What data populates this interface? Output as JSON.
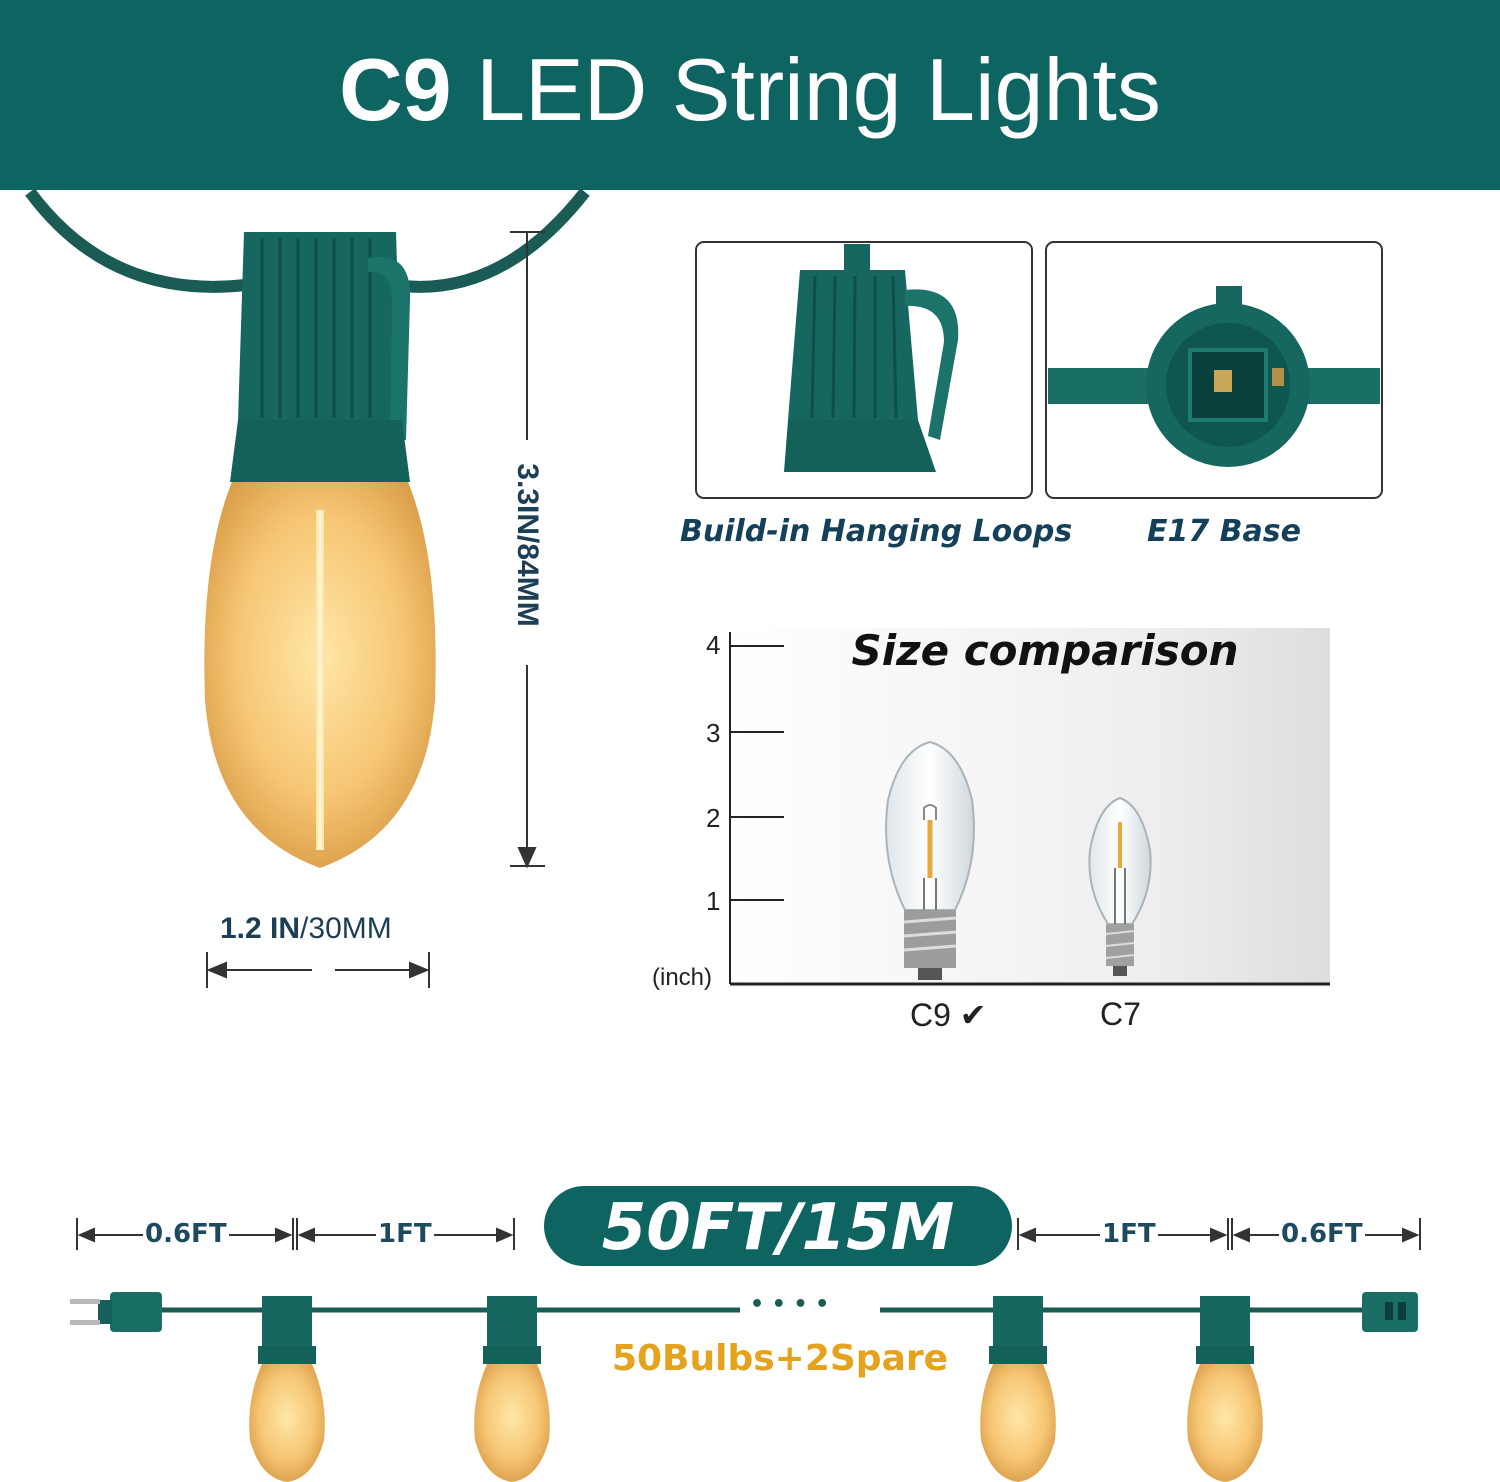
{
  "header": {
    "title_bold": "C9",
    "title_rest": "LED String Lights"
  },
  "colors": {
    "brand": "#0e6461",
    "wire": "#1a6a5a",
    "glow": "#f6c674",
    "label": "#15405a",
    "accent": "#e4a21d"
  },
  "dimensions": {
    "height_label": "3.3IN/84MM",
    "width_bold": "1.2 IN",
    "width_rest": "/30MM"
  },
  "features": [
    {
      "caption": "Build-in Hanging Loops",
      "icon": "socket-side-icon"
    },
    {
      "caption": "E17 Base",
      "icon": "socket-top-icon"
    }
  ],
  "size_comparison": {
    "title": "Size comparison",
    "axis_unit": "(inch)",
    "ticks": [
      "4",
      "3",
      "2",
      "1"
    ],
    "items": [
      {
        "label": "C9",
        "mark": "✔"
      },
      {
        "label": "C7",
        "mark": ""
      }
    ]
  },
  "strand": {
    "total_length": "50FT/15M",
    "left_lead": "0.6FT",
    "left_spacing": "1FT",
    "right_spacing": "1FT",
    "right_lead": "0.6FT",
    "ellipsis": "• • • •",
    "bulbs_count": "50Bulbs+2Spare"
  }
}
